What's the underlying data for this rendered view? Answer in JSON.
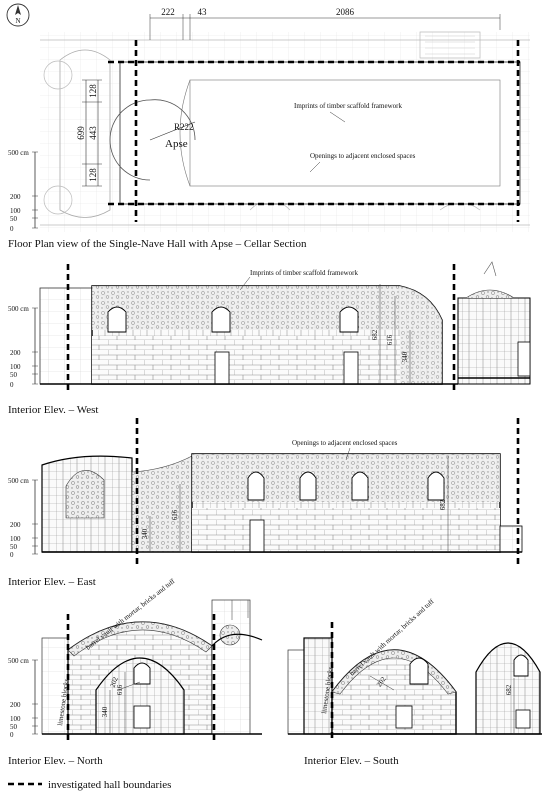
{
  "north_label": "N",
  "plan": {
    "caption": "Floor Plan view of the Single-Nave Hall with Apse – Cellar Section",
    "dims_top": [
      "222",
      "43",
      "2086"
    ],
    "dims_left": [
      "128",
      "699",
      "443",
      "128"
    ],
    "radius": "R222",
    "apse": "Apse",
    "note_scaffold": "Imprints of timber scaffold framework",
    "note_openings": "Openings to adjacent enclosed spaces"
  },
  "scale": [
    "500 cm",
    "200",
    "100",
    "50",
    "0"
  ],
  "west": {
    "caption": "Interior Elev. – West",
    "note": "Imprints of timber scaffold framework",
    "dims": [
      "682",
      "616",
      "340"
    ]
  },
  "east": {
    "caption": "Interior Elev. – East",
    "note": "Openings to adjacent enclosed spaces",
    "dims": [
      "340",
      "616",
      "682"
    ]
  },
  "north": {
    "caption": "Interior Elev. – North",
    "note_blocks": "limestone blocks",
    "note_vault": "barrel vault with mortar, bricks and tuff",
    "dims": [
      "202",
      "616",
      "340"
    ]
  },
  "south": {
    "caption": "Interior Elev. – South",
    "note_blocks": "limestone blocks",
    "note_vault": "barrel vault with mortar, bricks and tuff",
    "dims": [
      "202",
      "682"
    ]
  },
  "legend": {
    "label": "investigated hall boundaries"
  }
}
